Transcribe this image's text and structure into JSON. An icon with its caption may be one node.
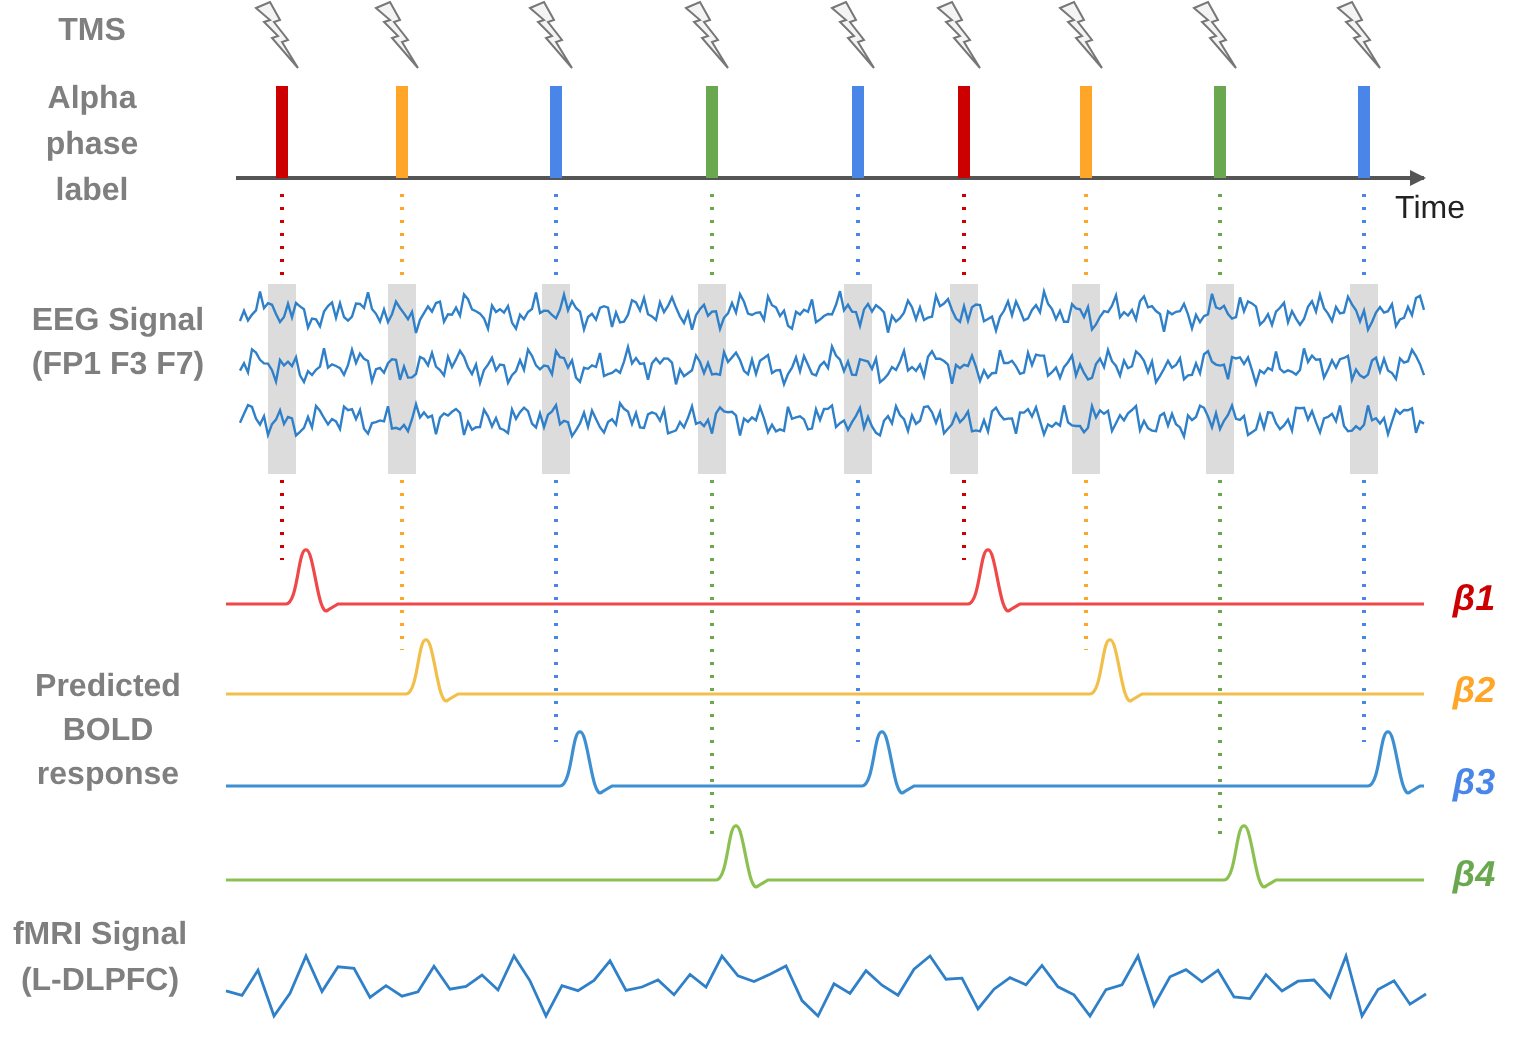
{
  "diagram": {
    "labels": [
      "TMS",
      "Alpha phase label",
      "Time",
      "EEG Signal (FP1 F3 F7)",
      "Predicted BOLD response",
      "β1",
      "β2",
      "β3",
      "β4",
      "fMRI Signal (L-DLPFC)"
    ]
  }
}
